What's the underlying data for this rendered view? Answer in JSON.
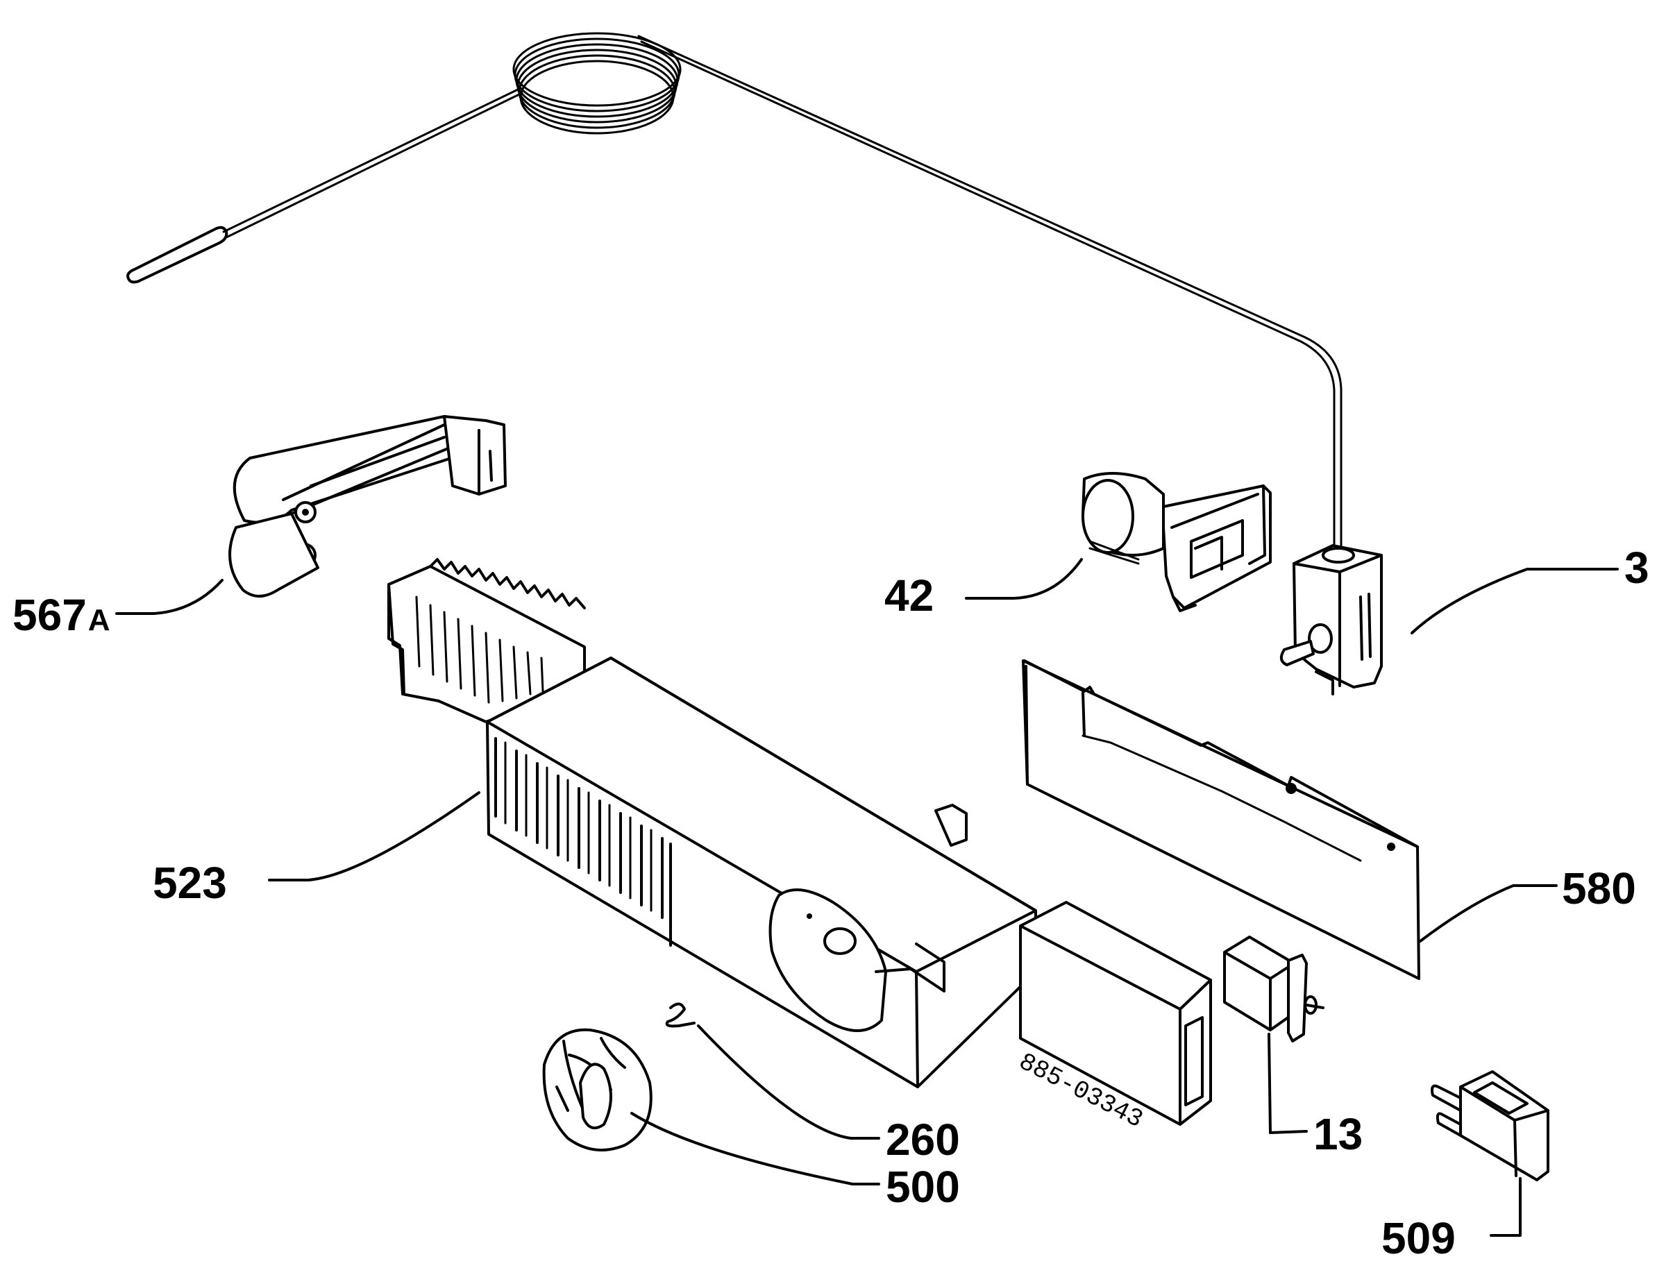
{
  "callouts": [
    {
      "id": "567A",
      "number": "567",
      "suffix": "A"
    },
    {
      "id": "42",
      "number": "42",
      "suffix": ""
    },
    {
      "id": "3",
      "number": "3",
      "suffix": ""
    },
    {
      "id": "523",
      "number": "523",
      "suffix": ""
    },
    {
      "id": "580",
      "number": "580",
      "suffix": ""
    },
    {
      "id": "13",
      "number": "13",
      "suffix": ""
    },
    {
      "id": "260",
      "number": "260",
      "suffix": ""
    },
    {
      "id": "500",
      "number": "500",
      "suffix": ""
    },
    {
      "id": "509",
      "number": "509",
      "suffix": ""
    }
  ],
  "part_marking": "885-03343"
}
